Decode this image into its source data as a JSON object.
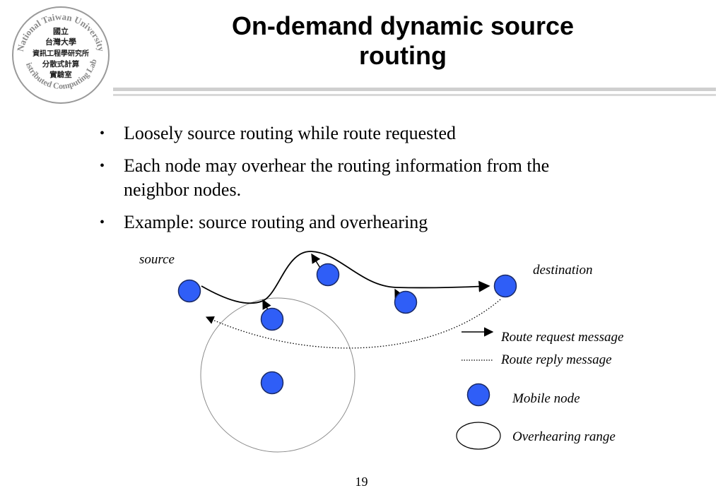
{
  "title": {
    "line1": "On-demand dynamic source",
    "line2": "routing"
  },
  "logo": {
    "top_text": "National Taiwan University",
    "bottom_text": "Distributed Computing Lab.",
    "chinese_lines": [
      "國立",
      "台灣大學",
      "資訊工程學研究所",
      "分散式計算",
      "實驗室"
    ]
  },
  "bullets": [
    {
      "marker": "•",
      "text": "Loosely source routing while route requested"
    },
    {
      "marker": "•",
      "text": "Each node may overhear the routing  information from the",
      "text2": "neighbor  nodes."
    },
    {
      "marker": "•",
      "text": "Example: source routing and overhearing"
    }
  ],
  "diagram": {
    "source_label": "source",
    "destination_label": "destination",
    "legend": {
      "request": "Route request message",
      "reply": "Route reply message",
      "node": "Mobile node",
      "range": "Overhearing range"
    },
    "colors": {
      "node_fill": "#2f5ef7",
      "node_stroke": "#1a2a66",
      "range_stroke": "#8a8a8a"
    }
  },
  "page_number": "19"
}
